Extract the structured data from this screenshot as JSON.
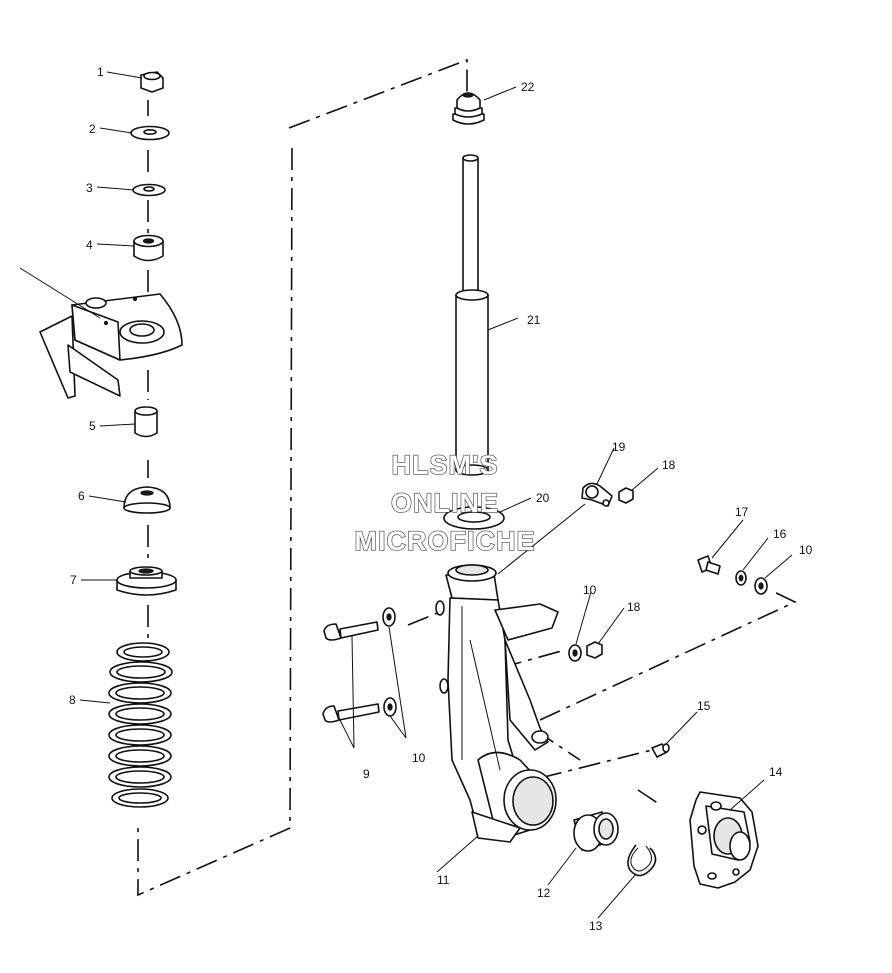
{
  "watermark": {
    "lines": [
      "HLSM'S",
      "ONLINE",
      "MICROFICHE"
    ]
  },
  "callouts": [
    {
      "id": "1",
      "label": "1"
    },
    {
      "id": "2",
      "label": "2"
    },
    {
      "id": "3",
      "label": "3"
    },
    {
      "id": "4",
      "label": "4"
    },
    {
      "id": "5",
      "label": "5"
    },
    {
      "id": "6",
      "label": "6"
    },
    {
      "id": "7",
      "label": "7"
    },
    {
      "id": "8",
      "label": "8"
    },
    {
      "id": "9",
      "label": "9"
    },
    {
      "id": "10a",
      "label": "10"
    },
    {
      "id": "10b",
      "label": "10"
    },
    {
      "id": "10c",
      "label": "10"
    },
    {
      "id": "11",
      "label": "11"
    },
    {
      "id": "12",
      "label": "12"
    },
    {
      "id": "13",
      "label": "13"
    },
    {
      "id": "14",
      "label": "14"
    },
    {
      "id": "15",
      "label": "15"
    },
    {
      "id": "16",
      "label": "16"
    },
    {
      "id": "17",
      "label": "17"
    },
    {
      "id": "18a",
      "label": "18"
    },
    {
      "id": "18b",
      "label": "18"
    },
    {
      "id": "19",
      "label": "19"
    },
    {
      "id": "20",
      "label": "20"
    },
    {
      "id": "21",
      "label": "21"
    },
    {
      "id": "22",
      "label": "22"
    }
  ]
}
